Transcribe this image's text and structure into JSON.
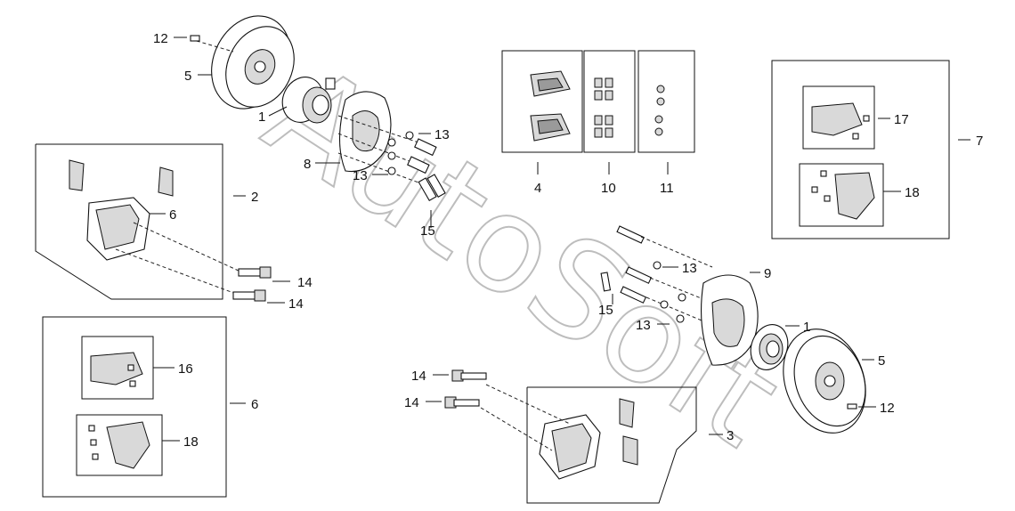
{
  "watermark": "AutoSoft",
  "callouts": {
    "c1a": "1",
    "c1b": "1",
    "c2": "2",
    "c3": "3",
    "c4": "4",
    "c5a": "5",
    "c5b": "5",
    "c6a": "6",
    "c6b": "6",
    "c7": "7",
    "c8": "8",
    "c9": "9",
    "c10": "10",
    "c11": "11",
    "c12a": "12",
    "c12b": "12",
    "c13a": "13",
    "c13b": "13",
    "c13c": "13",
    "c13d": "13",
    "c14a": "14",
    "c14b": "14",
    "c14c": "14",
    "c14d": "14",
    "c15a": "15",
    "c15b": "15",
    "c16": "16",
    "c17": "17",
    "c18a": "18",
    "c18b": "18"
  }
}
